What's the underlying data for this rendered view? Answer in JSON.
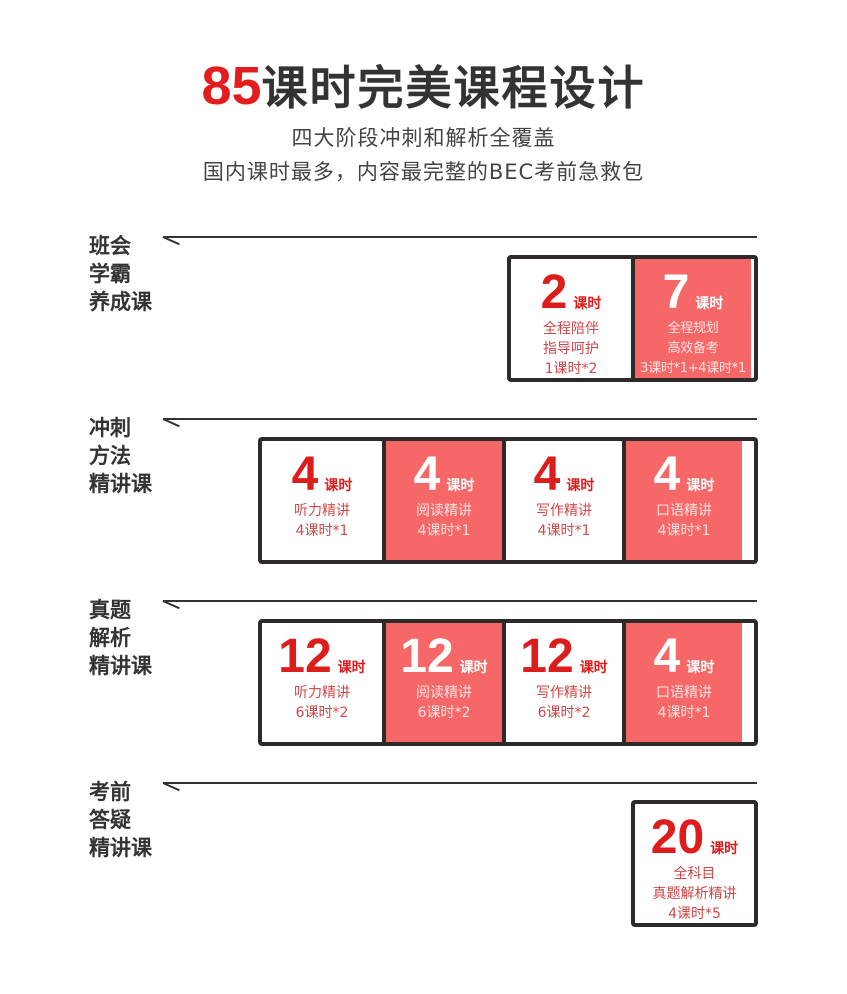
{
  "header": {
    "title_number": "85",
    "title_text": "课时完美课程设计",
    "subtitle_1": "四大阶段冲刺和解析全覆盖",
    "subtitle_2": "国内课时最多，内容最完整的BEC考前急救包"
  },
  "colors": {
    "accent_red": "#dd1c1c",
    "pink_fill": "#f66767",
    "border_dark": "#2e2a2a",
    "text_dark": "#333333"
  },
  "sections": [
    {
      "label_lines": [
        "班会",
        "学霸",
        "养成课"
      ],
      "cells": [
        {
          "hours": "2",
          "unit": "课时",
          "desc": [
            "全程陪伴",
            "指导呵护",
            "1课时*2"
          ],
          "style": "white"
        },
        {
          "hours": "7",
          "unit": "课时",
          "desc": [
            "全程规划",
            "高效备考",
            "3课时*1+4课时*1"
          ],
          "style": "pink"
        }
      ]
    },
    {
      "label_lines": [
        "冲刺",
        "方法",
        "精讲课"
      ],
      "cells": [
        {
          "hours": "4",
          "unit": "课时",
          "desc": [
            "听力精讲",
            "4课时*1"
          ],
          "style": "white"
        },
        {
          "hours": "4",
          "unit": "课时",
          "desc": [
            "阅读精讲",
            "4课时*1"
          ],
          "style": "pink"
        },
        {
          "hours": "4",
          "unit": "课时",
          "desc": [
            "写作精讲",
            "4课时*1"
          ],
          "style": "white"
        },
        {
          "hours": "4",
          "unit": "课时",
          "desc": [
            "口语精讲",
            "4课时*1"
          ],
          "style": "pink"
        }
      ]
    },
    {
      "label_lines": [
        "真题",
        "解析",
        "精讲课"
      ],
      "cells": [
        {
          "hours": "12",
          "unit": "课时",
          "desc": [
            "听力精讲",
            "6课时*2"
          ],
          "style": "white"
        },
        {
          "hours": "12",
          "unit": "课时",
          "desc": [
            "阅读精讲",
            "6课时*2"
          ],
          "style": "pink"
        },
        {
          "hours": "12",
          "unit": "课时",
          "desc": [
            "写作精讲",
            "6课时*2"
          ],
          "style": "white"
        },
        {
          "hours": "4",
          "unit": "课时",
          "desc": [
            "口语精讲",
            "4课时*1"
          ],
          "style": "pink"
        }
      ]
    },
    {
      "label_lines": [
        "考前",
        "答疑",
        "精讲课"
      ],
      "cells": [
        {
          "hours": "20",
          "unit": "课时",
          "desc": [
            "全科目",
            "真题解析精讲",
            "4课时*5"
          ],
          "style": "white"
        }
      ]
    }
  ]
}
